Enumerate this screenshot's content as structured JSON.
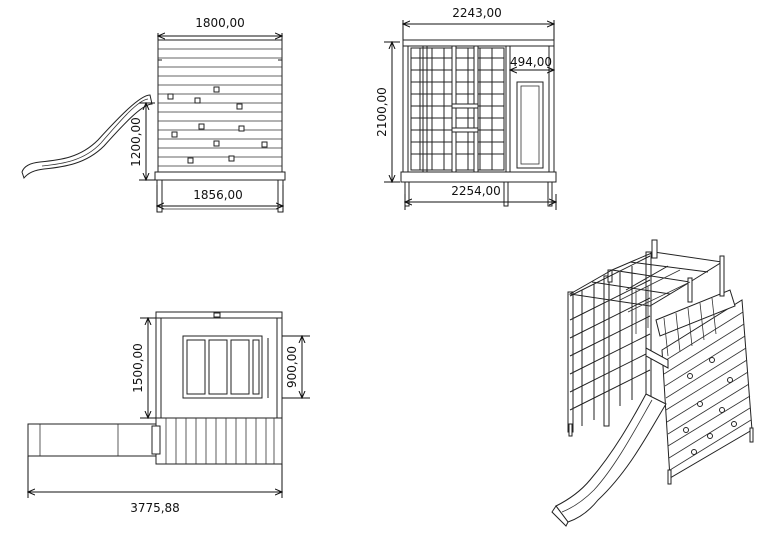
{
  "drawing": {
    "views": {
      "side": {
        "width_top": "1800,00",
        "width_bottom": "1856,00",
        "height": "1200,00"
      },
      "front": {
        "width_top": "2243,00",
        "width_bottom": "2254,00",
        "height": "2100,00",
        "slide_width": "494,00"
      },
      "top": {
        "height": "1500,00",
        "opening": "900,00",
        "total_length": "3775,88"
      }
    },
    "line_color": "#222222",
    "background": "#ffffff"
  }
}
